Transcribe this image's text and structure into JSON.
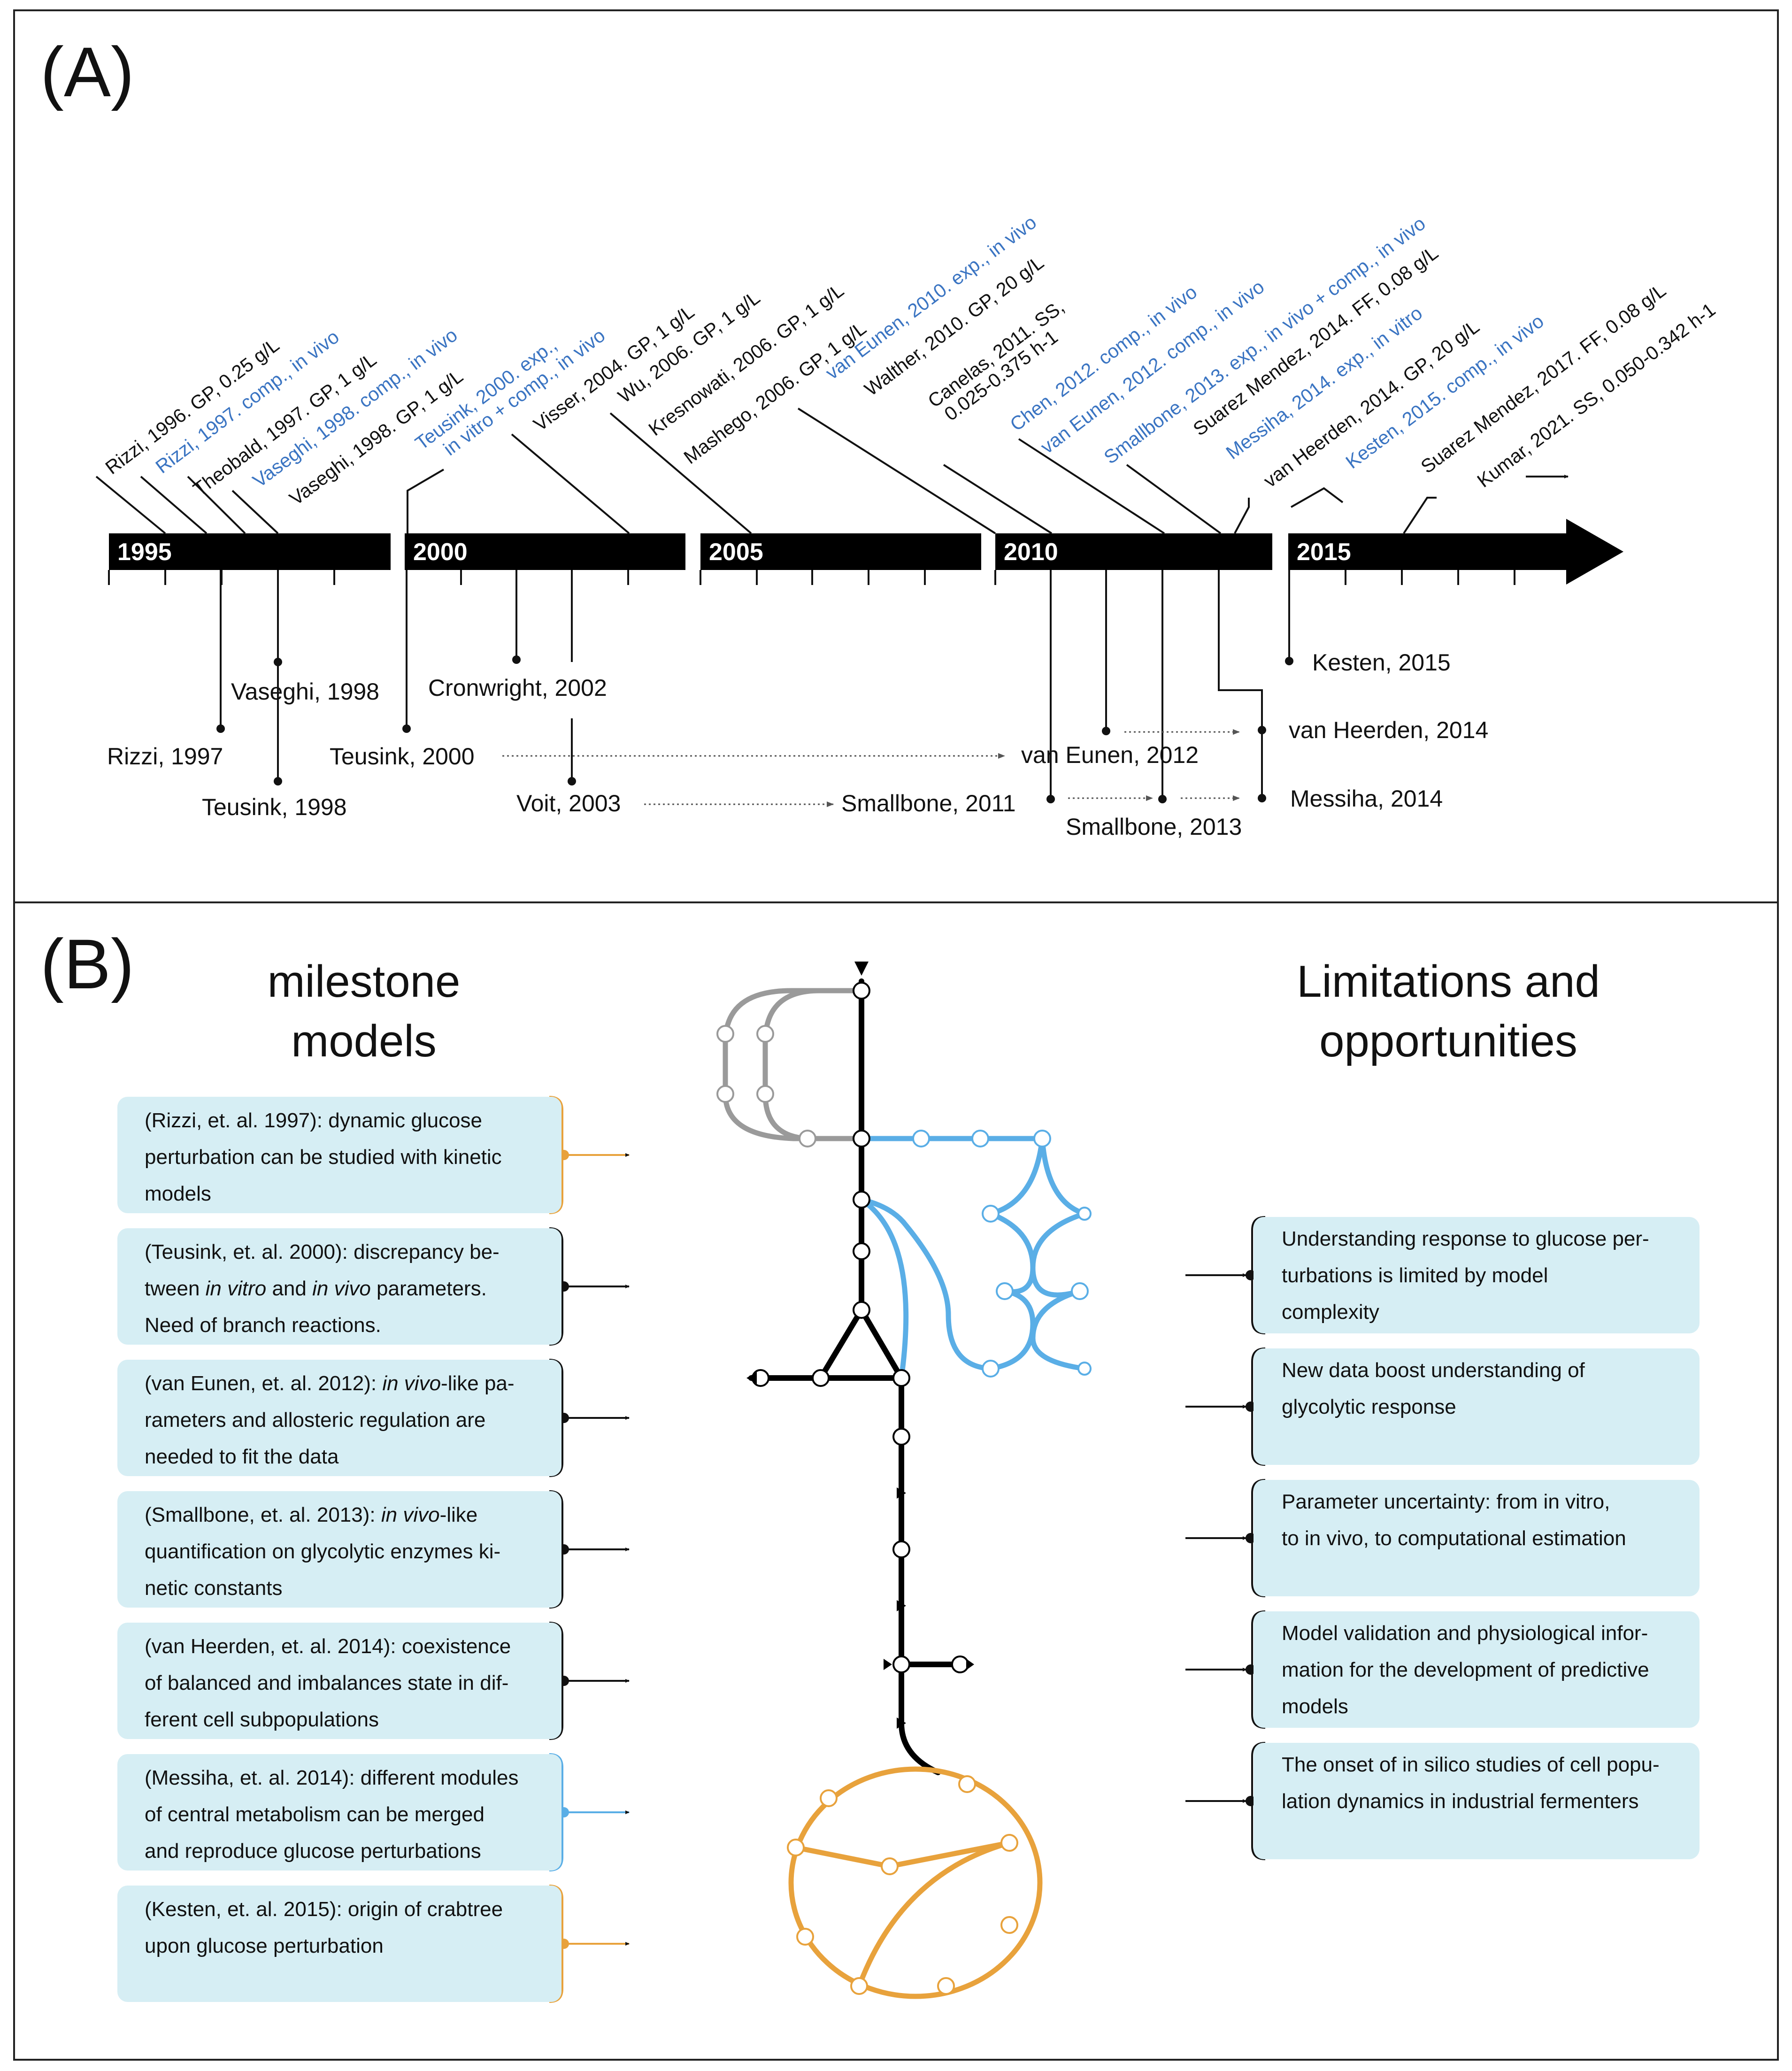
{
  "panels": {
    "a": "(A)",
    "b": "(B)"
  },
  "timeline": {
    "years": [
      "1995",
      "2000",
      "2005",
      "2010",
      "2015"
    ],
    "above": [
      {
        "text": "Rizzi, 1996. GP, 0.25 g/L",
        "color": "black"
      },
      {
        "text": "Rizzi, 1997. comp., in vivo",
        "color": "blue"
      },
      {
        "text": "Theobald, 1997. GP, 1 g/L",
        "color": "black"
      },
      {
        "text": "Vaseghi, 1998. comp., in vivo",
        "color": "blue"
      },
      {
        "text": "Vaseghi, 1998. GP, 1 g/L",
        "color": "black"
      },
      {
        "text": "Teusink, 2000. exp.,",
        "text2": "in vitro + comp., in vivo",
        "color": "blue"
      },
      {
        "text": "Visser, 2004. GP, 1 g/L",
        "color": "black"
      },
      {
        "text": "Wu, 2006. GP, 1 g/L",
        "color": "black"
      },
      {
        "text": "Kresnowati, 2006. GP, 1 g/L",
        "color": "black"
      },
      {
        "text": "Mashego, 2006. GP, 1 g/L",
        "color": "black"
      },
      {
        "text": "van Eunen, 2010. exp., in vivo",
        "color": "blue"
      },
      {
        "text": "Walther, 2010. GP, 20 g/L",
        "color": "black"
      },
      {
        "text": "Canelas, 2011. SS,",
        "text2": "0.025-0.375 h-1",
        "color": "black"
      },
      {
        "text": "Chen, 2012. comp., in vivo",
        "color": "blue"
      },
      {
        "text": "van Eunen, 2012. comp., in vivo",
        "color": "blue"
      },
      {
        "text": "Smallbone, 2013. exp., in vivo + comp., in vivo",
        "color": "blue"
      },
      {
        "text": "Suarez Mendez, 2014. FF, 0.08 g/L",
        "color": "black"
      },
      {
        "text": "Messiha, 2014. exp., in vitro",
        "color": "blue"
      },
      {
        "text": "van Heerden, 2014. GP, 20 g/L",
        "color": "black"
      },
      {
        "text": "Kesten, 2015. comp., in vivo",
        "color": "blue"
      },
      {
        "text": "Suarez Mendez, 2017. FF, 0.08 g/L",
        "color": "black"
      },
      {
        "text": "Kumar, 2021. SS, 0.050-0.342 h-1",
        "color": "black"
      }
    ],
    "below": [
      "Vaseghi, 1998",
      "Rizzi, 1997",
      "Teusink, 1998",
      "Cronwright, 2002",
      "Teusink, 2000",
      "Voit, 2003",
      "Kesten, 2015",
      "van Heerden, 2014",
      "van Eunen, 2012",
      "Smallbone, 2011",
      "Messiha, 2014",
      "Smallbone, 2013"
    ]
  },
  "milestones": {
    "title_line1": "milestone",
    "title_line2": "models",
    "items": [
      {
        "color": "#e8a23c",
        "lines": [
          "(Rizzi, et. al. 1997): dynamic glucose",
          "perturbation can be studied with kinetic",
          "models"
        ]
      },
      {
        "color": "#111111",
        "lines": [
          "(Teusink, et. al. 2000): discrepancy be-",
          "tween |in vitro| and |in vivo| parameters.",
          "Need of branch reactions."
        ]
      },
      {
        "color": "#111111",
        "lines": [
          "(van Eunen, et. al. 2012): |in vivo|-like pa-",
          "rameters and allosteric regulation are",
          "needed to fit the data"
        ]
      },
      {
        "color": "#111111",
        "lines": [
          "(Smallbone, et. al. 2013): |in vivo|-like",
          "quantification on glycolytic enzymes ki-",
          "netic constants"
        ]
      },
      {
        "color": "#111111",
        "lines": [
          "(van Heerden, et. al. 2014): coexistence",
          "of balanced and imbalances state in dif-",
          "ferent cell subpopulations"
        ]
      },
      {
        "color": "#5aaee6",
        "lines": [
          "(Messiha, et. al. 2014): different modules",
          "of central metabolism can be merged",
          "and reproduce glucose perturbations"
        ]
      },
      {
        "color": "#e8a23c",
        "lines": [
          "(Kesten, et. al. 2015): origin of crabtree",
          "upon glucose perturbation"
        ]
      }
    ]
  },
  "limitations": {
    "title_line1": "Limitations and",
    "title_line2": "opportunities",
    "items": [
      {
        "lines": [
          "Understanding response to glucose per-",
          "turbations is limited by model",
          "complexity"
        ]
      },
      {
        "lines": [
          "New data boost understanding of",
          "glycolytic response"
        ]
      },
      {
        "lines": [
          "Parameter uncertainty: from in vitro,",
          "to in vivo, to computational estimation"
        ]
      },
      {
        "lines": [
          "Model validation and physiological infor-",
          "mation for the development of predictive",
          "models"
        ]
      },
      {
        "lines": [
          "The onset of in silico studies of cell popu-",
          "lation dynamics in industrial fermenters"
        ]
      }
    ]
  },
  "colors": {
    "blue_text": "#3a74c2",
    "gray": "#9a9a9a",
    "light_blue": "#5aaee6",
    "orange": "#e8a23c",
    "box": "#d6eef4"
  }
}
